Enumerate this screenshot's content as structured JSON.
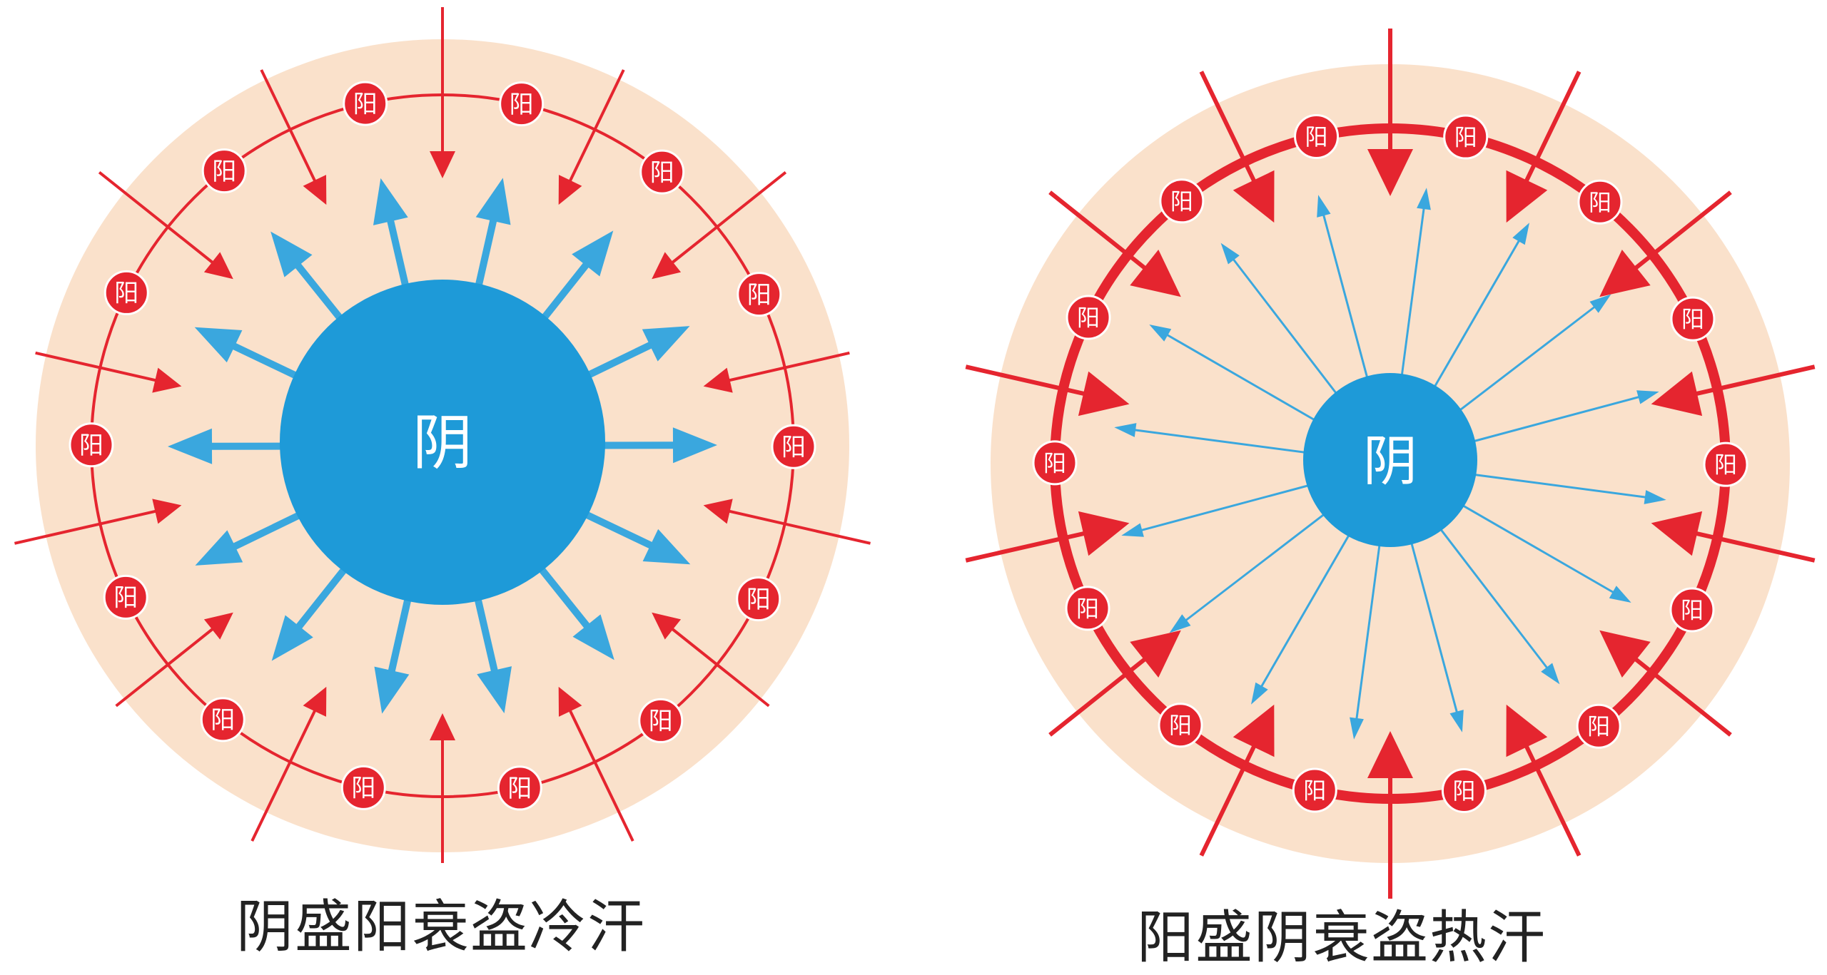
{
  "colors": {
    "background_disc": "#f9dcc2",
    "yang_red": "#e5252f",
    "yin_blue": "#1e9ad8",
    "arrow_blue": "#3aa7de",
    "caption_text": "#222222"
  },
  "diagrams": [
    {
      "id": "cold-sweat",
      "center_label": "阴",
      "node_label": "阳",
      "node_count": 14,
      "caption": "阴盛阳衰盗冷汗"
    },
    {
      "id": "hot-sweat",
      "center_label": "阴",
      "node_label": "阳",
      "node_count": 14,
      "caption": "阳盛阴衰盗热汗"
    }
  ]
}
